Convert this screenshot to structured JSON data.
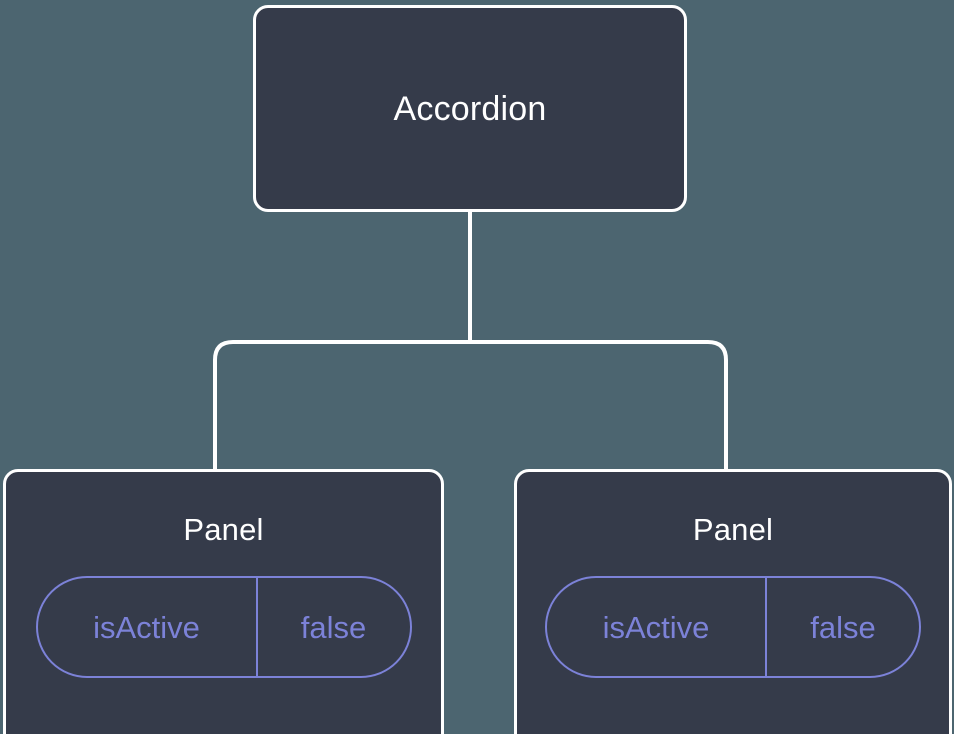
{
  "diagram": {
    "type": "component-tree",
    "background_color": "#4c6570",
    "node_fill_color": "#353b4a",
    "node_border_color": "#ffffff",
    "node_label_color": "#ffffff",
    "prop_accent_color": "#7c82d8",
    "edge_color": "#ffffff",
    "root": {
      "label": "Accordion"
    },
    "children": [
      {
        "label": "Panel",
        "props": [
          {
            "key": "isActive",
            "value": "false"
          }
        ]
      },
      {
        "label": "Panel",
        "props": [
          {
            "key": "isActive",
            "value": "false"
          }
        ]
      }
    ]
  }
}
